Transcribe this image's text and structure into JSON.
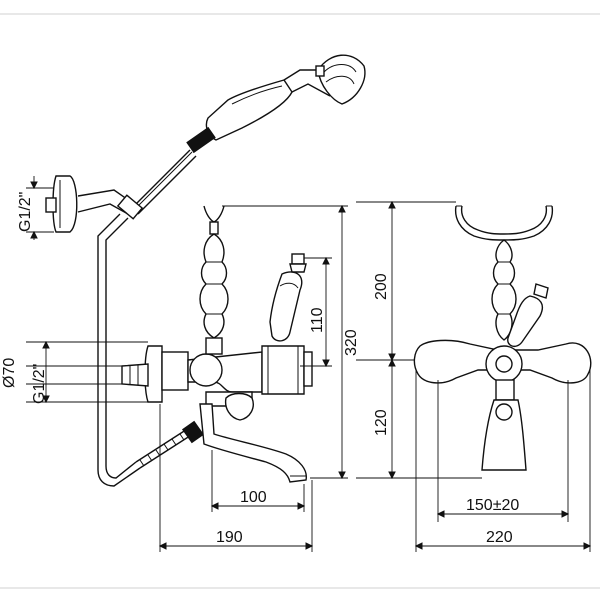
{
  "dimensions": {
    "thread_top": "G1/2\"",
    "thread_left": "G1/2\"",
    "diameter_left": "Ø70",
    "height_110": "110",
    "height_320": "320",
    "height_200": "200",
    "height_120": "120",
    "width_100": "100",
    "width_190": "190",
    "width_150": "150±20",
    "width_220": "220"
  }
}
